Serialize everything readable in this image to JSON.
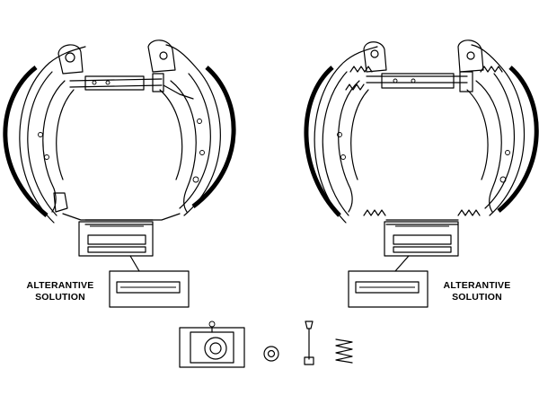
{
  "labels": {
    "left_alt": "ALTERANTIVE\nSOLUTION",
    "right_alt": "ALTERANTIVE\nSOLUTION"
  },
  "colors": {
    "line": "#000000",
    "background": "#ffffff"
  },
  "icons": [
    "brake-shoe-assembly",
    "wheel-cylinder",
    "washer",
    "retaining-pin",
    "spring"
  ]
}
